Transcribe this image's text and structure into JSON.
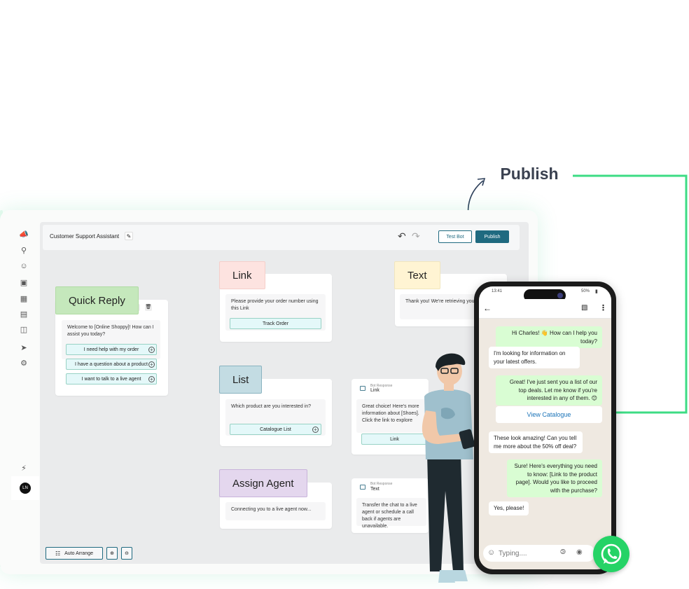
{
  "callout": {
    "publish_label": "Publish"
  },
  "toolbar": {
    "bot_title": "Customer Support Assistant",
    "test_bot_label": "Test Bot",
    "publish_label": "Publish"
  },
  "bottom_controls": {
    "auto_arrange_label": "Auto Arrange"
  },
  "sidebar": {
    "icons": [
      "megaphone-icon",
      "contacts-icon",
      "user-circle-icon",
      "box-icon",
      "qr-icon",
      "document-icon",
      "integration-icon",
      "rocket-icon",
      "settings-icon",
      "help-icon"
    ],
    "avatar_initials": "LN"
  },
  "nodes": {
    "quick_reply": {
      "tag": "Quick Reply",
      "message": "Welcome to [Online Shoppy]! How can I assist you today?",
      "options": [
        "I need help with my order",
        "I have a question about a product",
        "I want to talk to a live agent"
      ]
    },
    "link": {
      "tag": "Link",
      "message": "Please provide your order number using this Link",
      "button": "Track Order"
    },
    "text": {
      "tag": "Text",
      "message": "Thank you! We're retrieving your details..."
    },
    "list": {
      "tag": "List",
      "message": "Which product are you interested in?",
      "button": "Catalogue List"
    },
    "list_response": {
      "header": "Bot Response",
      "type": "Link",
      "message": "Great choice! Here's more information about [Shoes]. Click the link to explore",
      "button": "Link"
    },
    "assign_agent": {
      "tag": "Assign Agent",
      "message": "Connecting you to a live agent now..."
    },
    "agent_response": {
      "header": "Bot Response",
      "type": "Text",
      "message": "Transfer the chat to a live agent or schedule a call back if agents are unavailable."
    }
  },
  "phone": {
    "time": "13:41",
    "battery": "50%",
    "messages": [
      {
        "dir": "out",
        "text": "Hi Charles! 👋 How can I help you today?"
      },
      {
        "dir": "in",
        "text": "I'm looking for information on your latest offers."
      },
      {
        "dir": "out",
        "text": "Great! I've just sent you a list of our top deals. Let me know if you're interested in any of them. 😊"
      },
      {
        "dir": "in",
        "text": "These look amazing! Can you tell me more about the 50% off deal?"
      },
      {
        "dir": "out",
        "text": "Sure! Here's everything you need to know: [Link to the product page]. Would you like to proceed with the purchase?"
      },
      {
        "dir": "in",
        "text": "Yes, please!"
      }
    ],
    "catalogue_button": "View Catalogue",
    "input_placeholder": "Typing...."
  },
  "colors": {
    "brand": "#1f6a80",
    "connector": "#3ddc84",
    "whatsapp": "#25d366"
  }
}
